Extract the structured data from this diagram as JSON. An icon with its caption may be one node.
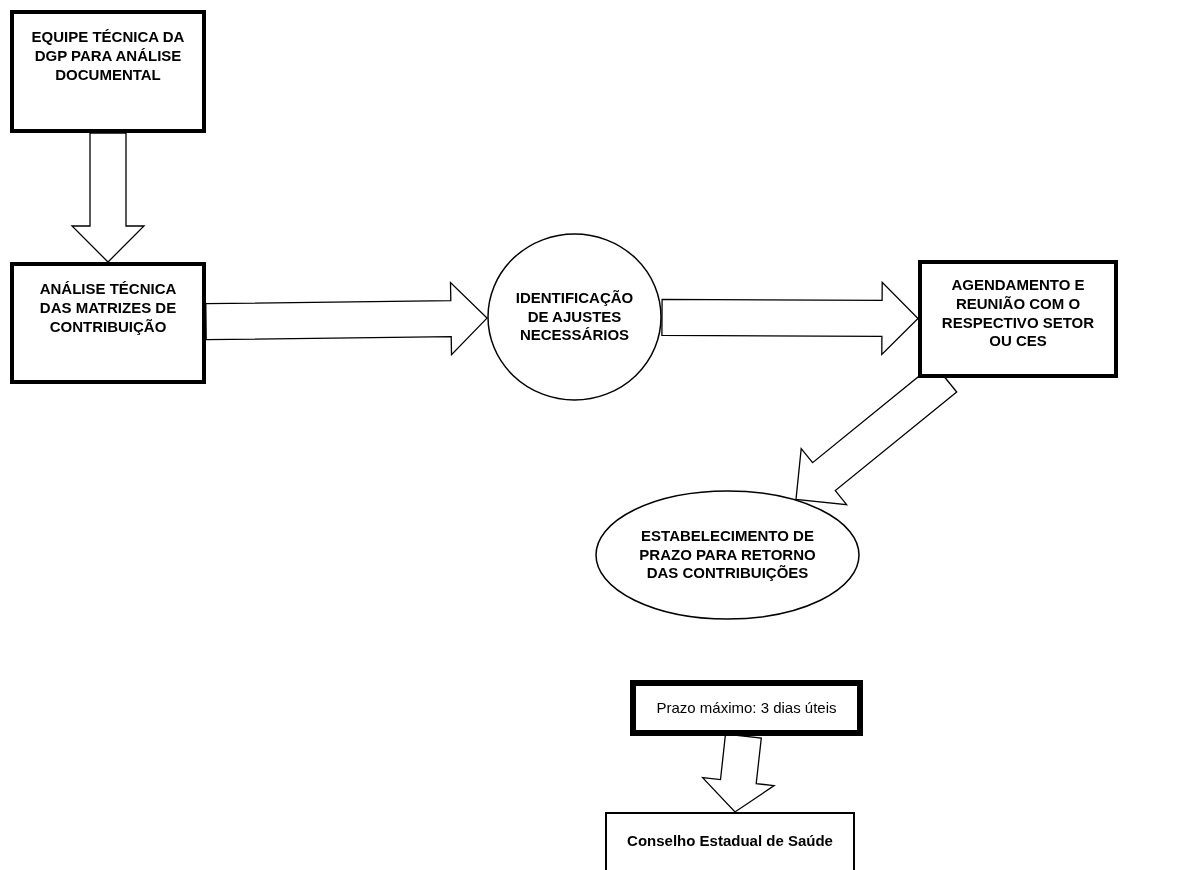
{
  "diagram": {
    "nodes": [
      {
        "text": [
          "EQUIPE TÉCNICA DA DGP PARA ANÁLISE DOCUMENTAL"
        ]
      },
      {
        "text": [
          "ANÁLISE TÉCNICA DAS MATRIZES DE CONTRIBUIÇÃO"
        ]
      },
      {
        "text": [
          "IDENTIFICAÇÃO DE AJUSTES NECESSÁRIOS"
        ]
      },
      {
        "text": [
          "AGENDAMENTO E REUNIÃO COM O RESPECTIVO SETOR OU CES"
        ]
      },
      {
        "text": [
          "ESTABELECIMENTO DE PRAZO PARA RETORNO DAS CONTRIBUIÇÕES"
        ]
      },
      {
        "text": [
          "Prazo máximo: 3 dias úteis"
        ]
      },
      {
        "text": [
          "Conselho Estadual de Saúde"
        ]
      }
    ],
    "edges": [
      {
        "from": 0,
        "to": 1,
        "arrow": "to"
      },
      {
        "from": 1,
        "to": 2,
        "arrow": "to"
      },
      {
        "from": 2,
        "to": 3,
        "arrow": "to"
      },
      {
        "from": 3,
        "to": 4,
        "arrow": "to"
      },
      {
        "from": 5,
        "to": 6,
        "arrow": "to"
      }
    ]
  }
}
